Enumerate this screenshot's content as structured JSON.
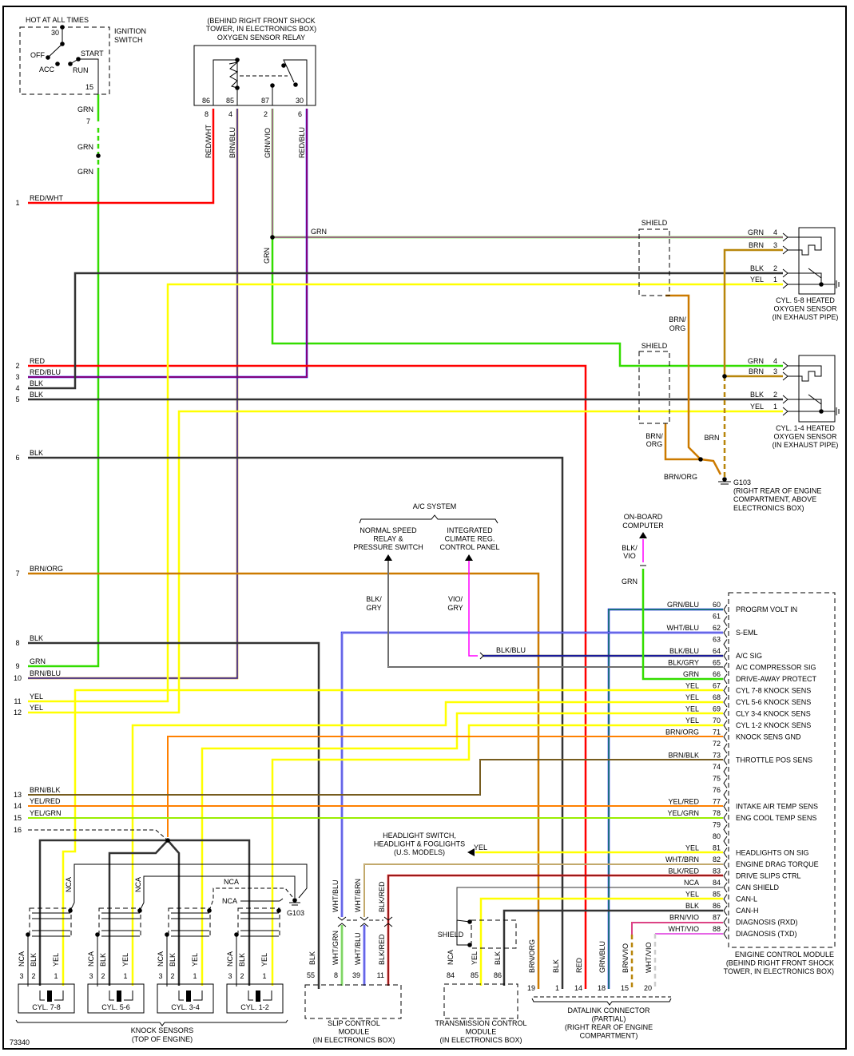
{
  "diagram_id": "73340",
  "wire_colors": {
    "GRN": "#33dd00",
    "YEL": "#ffff00",
    "RED": "#ff0000",
    "BLU": "#0000ff",
    "BLK": "#333333",
    "BRN": "#b8860b",
    "ORG": "#ff8000",
    "BRN/ORG": "#cc7a00",
    "VIO": "#ff00ff",
    "GRY": "#aaaaaa",
    "WHT": "#cccccc"
  },
  "ignition_switch": {
    "hot": "HOT AT ALL TIMES",
    "title": [
      "IGNITION",
      "SWITCH"
    ],
    "terminals": {
      "t30": "30",
      "off": "OFF",
      "acc": "ACC",
      "start": "START",
      "run": "RUN",
      "t15": "15"
    },
    "wire": {
      "grn_a": "GRN",
      "splice": "7",
      "grn_b": "GRN",
      "grn_c": "GRN"
    }
  },
  "relay": {
    "location": [
      "(BEHIND RIGHT FRONT SHOCK",
      "TOWER, IN ELECTRONICS BOX)"
    ],
    "title": "OXYGEN SENSOR RELAY",
    "terminals": [
      "86",
      "85",
      "87",
      "30"
    ],
    "pins": [
      "8",
      "4",
      "2",
      "6"
    ],
    "wires": [
      "RED/WHT",
      "BRN/BLU",
      "GRN/VIO",
      "RED/BLU"
    ],
    "grn_branch": "GRN",
    "grn_vertical": "GRN"
  },
  "left_connector": {
    "pins": [
      "1",
      "2",
      "3",
      "4",
      "5",
      "6",
      "7",
      "8",
      "9",
      "10",
      "11",
      "12",
      "13",
      "14",
      "15",
      "16"
    ],
    "wires": [
      "RED/WHT",
      "RED",
      "RED/BLU",
      "BLK",
      "BLK",
      "BLK",
      "BRN/ORG",
      "BLK",
      "GRN",
      "BRN/BLU",
      "YEL",
      "YEL",
      "BRN/BLK",
      "YEL/RED",
      "YEL/GRN",
      ""
    ]
  },
  "o2_sensor_58": {
    "shield": "SHIELD",
    "pins": [
      {
        "wire": "GRN",
        "pin": "4"
      },
      {
        "wire": "BRN",
        "pin": "3"
      },
      {
        "wire": "BLK",
        "pin": "2"
      },
      {
        "wire": "YEL",
        "pin": "1"
      }
    ],
    "title": [
      "CYL. 5-8 HEATED",
      "OXYGEN SENSOR",
      "(IN EXHAUST PIPE)"
    ],
    "shield_wire": [
      "BRN/",
      "ORG"
    ]
  },
  "o2_sensor_14": {
    "shield": "SHIELD",
    "pins": [
      {
        "wire": "GRN",
        "pin": "4"
      },
      {
        "wire": "BRN",
        "pin": "3"
      },
      {
        "wire": "BLK",
        "pin": "2"
      },
      {
        "wire": "YEL",
        "pin": "1"
      }
    ],
    "title": [
      "CYL. 1-4 HEATED",
      "OXYGEN SENSOR",
      "(IN EXHAUST PIPE)"
    ],
    "shield_wire": [
      "BRN/",
      "ORG"
    ]
  },
  "ground_g103_right": {
    "brn": "BRN",
    "brn_org": "BRN/ORG",
    "label": [
      "G103",
      "(RIGHT REAR OF ENGINE",
      "COMPARTMENT, ABOVE",
      "ELECTRONICS BOX)"
    ]
  },
  "ac_system": {
    "title": "A/C SYSTEM",
    "relay": [
      "NORMAL SPEED",
      "RELAY &",
      "PRESSURE SWITCH"
    ],
    "panel": [
      "INTEGRATED",
      "CLIMATE REG.",
      "CONTROL PANEL"
    ],
    "relay_wire": [
      "BLK/",
      "GRY"
    ],
    "panel_wire": [
      "VIO/",
      "GRY"
    ],
    "blk_blu": "BLK/BLU"
  },
  "onboard_computer": {
    "title": [
      "ON-BOARD",
      "COMPUTER"
    ],
    "wire_top": [
      "BLK/",
      "VIO"
    ],
    "wire_bottom": "GRN"
  },
  "headlight": {
    "title": [
      "HEADLIGHT SWITCH,",
      "HEADLIGHT & FOGLIGHTS",
      "(U.S. MODELS)"
    ],
    "wire": "YEL"
  },
  "ecm": {
    "title": [
      "ENIGINE CONTROL MODULE",
      "(BEHIND RIGHT FRONT SHOCK",
      "TOWER, IN ELECTRONICS BOX)"
    ],
    "pins": [
      {
        "pin": "60",
        "wire": "GRN/BLU",
        "func": "PROGRM VOLT IN"
      },
      {
        "pin": "61",
        "wire": "",
        "func": ""
      },
      {
        "pin": "62",
        "wire": "WHT/BLU",
        "func": "S-EML"
      },
      {
        "pin": "63",
        "wire": "",
        "func": ""
      },
      {
        "pin": "64",
        "wire": "BLK/BLU",
        "func": "A/C SIG"
      },
      {
        "pin": "65",
        "wire": "BLK/GRY",
        "func": "A/C COMPRESSOR SIG"
      },
      {
        "pin": "66",
        "wire": "GRN",
        "func": "DRIVE-AWAY PROTECT"
      },
      {
        "pin": "67",
        "wire": "YEL",
        "func": "CYL 7-8 KNOCK SENS"
      },
      {
        "pin": "68",
        "wire": "YEL",
        "func": "CYL 5-6 KNOCK SENS"
      },
      {
        "pin": "69",
        "wire": "YEL",
        "func": "CLY 3-4 KNOCK SENS"
      },
      {
        "pin": "70",
        "wire": "YEL",
        "func": "CYL 1-2 KNOCK SENS"
      },
      {
        "pin": "71",
        "wire": "BRN/ORG",
        "func": "KNOCK SENS GND"
      },
      {
        "pin": "72",
        "wire": "",
        "func": ""
      },
      {
        "pin": "73",
        "wire": "BRN/BLK",
        "func": "THROTTLE POS SENS"
      },
      {
        "pin": "74",
        "wire": "",
        "func": ""
      },
      {
        "pin": "75",
        "wire": "",
        "func": ""
      },
      {
        "pin": "76",
        "wire": "",
        "func": ""
      },
      {
        "pin": "77",
        "wire": "YEL/RED",
        "func": "INTAKE AIR TEMP SENS"
      },
      {
        "pin": "78",
        "wire": "YEL/GRN",
        "func": "ENG COOL TEMP SENS"
      },
      {
        "pin": "79",
        "wire": "",
        "func": ""
      },
      {
        "pin": "80",
        "wire": "",
        "func": ""
      },
      {
        "pin": "81",
        "wire": "YEL",
        "func": "HEADLIGHTS ON SIG"
      },
      {
        "pin": "82",
        "wire": "WHT/BRN",
        "func": "ENGINE DRAG TORQUE"
      },
      {
        "pin": "83",
        "wire": "BLK/RED",
        "func": "DRIVE SLIPS CTRL"
      },
      {
        "pin": "84",
        "wire": "NCA",
        "func": "CAN SHIELD"
      },
      {
        "pin": "85",
        "wire": "YEL",
        "func": "CAN-L"
      },
      {
        "pin": "86",
        "wire": "BLK",
        "func": "CAN-H"
      },
      {
        "pin": "87",
        "wire": "BRN/VIO",
        "func": "DIAGNOSIS (RXD)"
      },
      {
        "pin": "88",
        "wire": "WHT/VIO",
        "func": "DIAGNOSIS (TXD)"
      }
    ]
  },
  "knock_sensors": {
    "sensors": [
      {
        "name": "CYL. 7-8",
        "wires": [
          "NCA",
          "BLK",
          "YEL"
        ],
        "pins": [
          "3",
          "2",
          "1"
        ],
        "shield_wire": "NCA"
      },
      {
        "name": "CYL. 5-6",
        "wires": [
          "NCA",
          "BLK",
          "YEL"
        ],
        "pins": [
          "3",
          "2",
          "1"
        ],
        "shield_wire": "NCA"
      },
      {
        "name": "CYL. 3-4",
        "wires": [
          "NCA",
          "BLK",
          "YEL"
        ],
        "pins": [
          "3",
          "2",
          "1"
        ]
      },
      {
        "name": "CYL. 1-2",
        "wires": [
          "NCA",
          "BLK",
          "YEL"
        ],
        "pins": [
          "3",
          "2",
          "1"
        ]
      }
    ],
    "nca_a": "NCA",
    "nca_b": "NCA",
    "ground": "G103",
    "title": [
      "KNOCK SENSORS",
      "(TOP OF ENGINE)"
    ]
  },
  "slip_control": {
    "upper_wires": [
      "WHT/BLU",
      "WHT/BRN",
      "BLK/RED"
    ],
    "lower_wires": [
      "BLK",
      "WHT/GRN",
      "WHT/BLU",
      "BLK/RED"
    ],
    "pins": [
      "55",
      "8",
      "39",
      "11"
    ],
    "title": [
      "SLIP CONTROL",
      "MODULE",
      "(IN ELECTRONICS BOX)"
    ]
  },
  "tcm": {
    "shield": "SHIELD",
    "wires": [
      "NCA",
      "YEL",
      "BLK"
    ],
    "pins": [
      "84",
      "85",
      "86"
    ],
    "title": [
      "TRANSMISSION CONTROL",
      "MODULE",
      "(IN ELECTRONICS BOX)"
    ]
  },
  "dlc": {
    "wires": [
      "BRN/ORG",
      "BLK",
      "RED",
      "GRN/BLU",
      "BRN/VIO",
      "WHT/VIO"
    ],
    "pins": [
      "19",
      "1",
      "14",
      "18",
      "15",
      "20"
    ],
    "title": [
      "DATALINK CONNECTOR",
      "(PARTIAL)",
      "(RIGHT REAR OF ENGINE",
      "COMPARTMENT)"
    ]
  }
}
